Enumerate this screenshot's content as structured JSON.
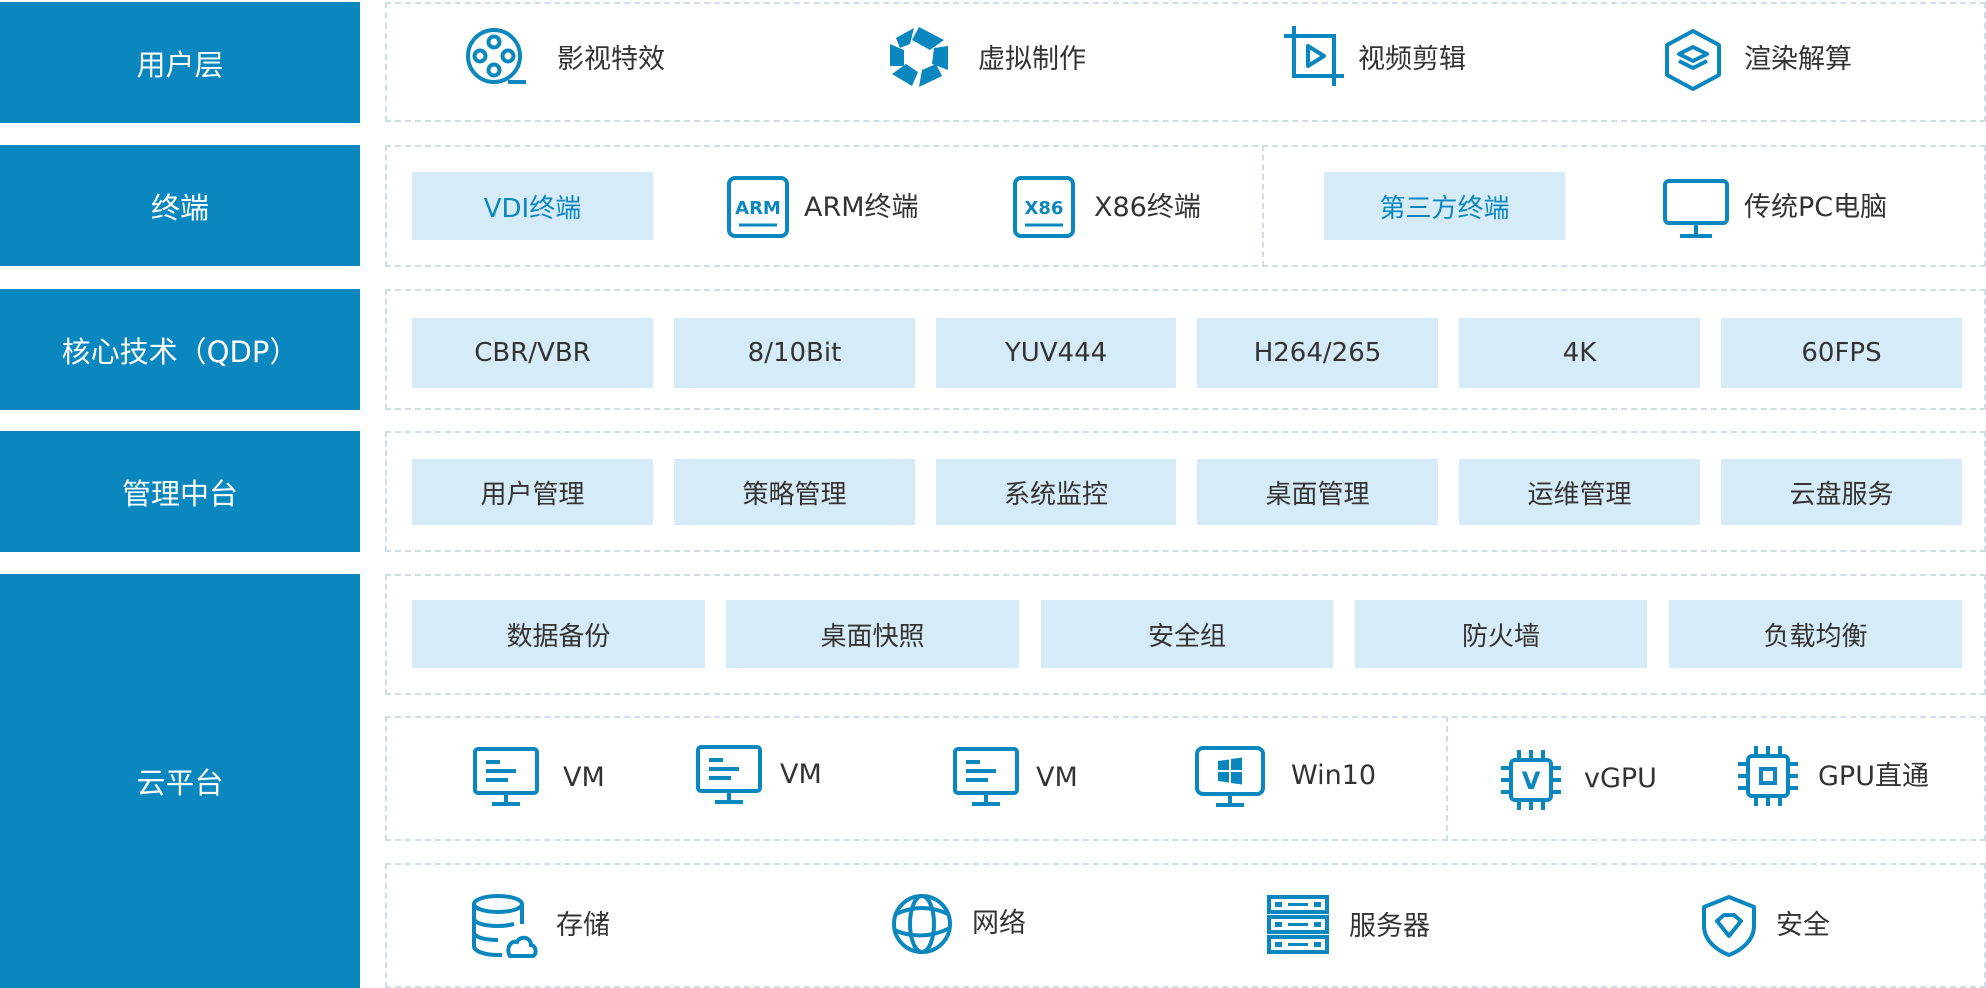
{
  "layers": {
    "user": {
      "label": "用户层",
      "items": [
        {
          "icon": "film-reel-icon",
          "label": "影视特效"
        },
        {
          "icon": "aperture-icon",
          "label": "虚拟制作"
        },
        {
          "icon": "video-crop-icon",
          "label": "视频剪辑"
        },
        {
          "icon": "layers-hexagon-icon",
          "label": "渲染解算"
        }
      ]
    },
    "terminal": {
      "label": "终端",
      "items": [
        {
          "label": "VDI终端",
          "highlight": true
        },
        {
          "icon": "arm-chip-icon",
          "icon_text": "ARM",
          "label": "ARM终端"
        },
        {
          "icon": "x86-chip-icon",
          "icon_text": "X86",
          "label": "X86终端"
        },
        {
          "label": "第三方终端",
          "highlight": true
        },
        {
          "icon": "monitor-icon",
          "label": "传统PC电脑"
        }
      ]
    },
    "core": {
      "label": "核心技术（QDP）",
      "items": [
        "CBR/VBR",
        "8/10Bit",
        "YUV444",
        "H264/265",
        "4K",
        "60FPS"
      ]
    },
    "management": {
      "label": "管理中台",
      "items": [
        "用户管理",
        "策略管理",
        "系统监控",
        "桌面管理",
        "运维管理",
        "云盘服务"
      ]
    },
    "cloud": {
      "label": "云平台",
      "services": [
        "数据备份",
        "桌面快照",
        "安全组",
        "防火墙",
        "负载均衡"
      ],
      "vms": [
        {
          "icon": "vm-monitor-icon",
          "label": "VM"
        },
        {
          "icon": "vm-monitor-icon",
          "label": "VM"
        },
        {
          "icon": "vm-monitor-icon",
          "label": "VM"
        },
        {
          "icon": "windows-monitor-icon",
          "label": "Win10"
        }
      ],
      "gpu": [
        {
          "icon": "vgpu-chip-icon",
          "icon_text": "V",
          "label": "vGPU"
        },
        {
          "icon": "gpu-chip-icon",
          "label": "GPU直通"
        }
      ],
      "infra": [
        {
          "icon": "storage-cloud-icon",
          "label": "存储"
        },
        {
          "icon": "network-globe-icon",
          "label": "网络"
        },
        {
          "icon": "server-rack-icon",
          "label": "服务器"
        },
        {
          "icon": "security-shield-icon",
          "label": "安全"
        }
      ]
    }
  },
  "colors": {
    "accent": "#0a87be",
    "chip_bg": "#d5ecf8",
    "dash": "#cfdde8",
    "text": "#333333"
  }
}
